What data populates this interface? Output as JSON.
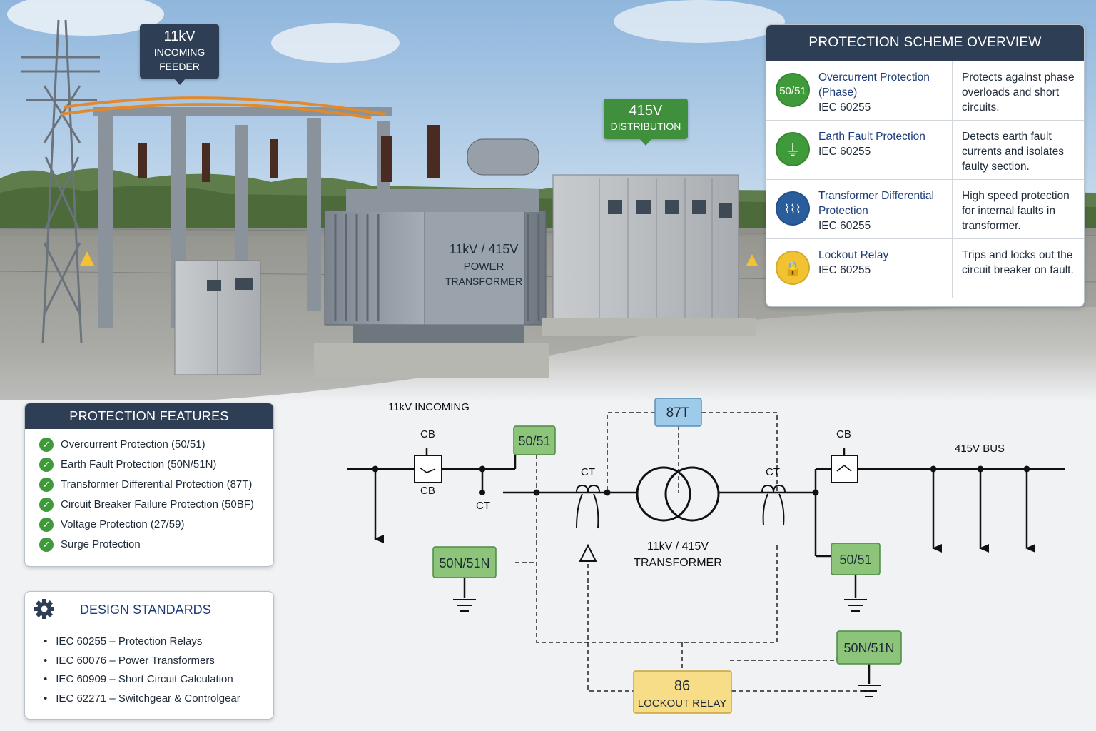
{
  "colors": {
    "navy": "#2e3f55",
    "green_relay": "#8cc57a",
    "blue_relay": "#9fcbea",
    "yellow_relay": "#f8dd88",
    "check_green": "#3f9a3a",
    "link_blue": "#1d3c7a"
  },
  "scene": {
    "feeder_callout": {
      "line1": "11kV",
      "line2": "INCOMING",
      "line3": "FEEDER"
    },
    "distribution_callout": {
      "line1": "415V",
      "line2": "DISTRIBUTION"
    },
    "transformer_label": {
      "line1": "11kV / 415V",
      "line2": "POWER",
      "line3": "TRANSFORMER"
    }
  },
  "overview": {
    "title": "PROTECTION SCHEME OVERVIEW",
    "rows": [
      {
        "icon": "50/51",
        "icon_name": "overcurrent-icon",
        "name": "Overcurrent Protection (Phase)",
        "standard": "IEC 60255",
        "description": "Protects against phase overloads and short circuits.",
        "color": "#3f9a3a"
      },
      {
        "icon": "⏚",
        "icon_name": "earth-icon",
        "name": "Earth Fault Protection",
        "standard": "IEC 60255",
        "description": "Detects earth fault currents and isolates faulty section.",
        "color": "#3f9a3a"
      },
      {
        "icon": "⌇⌇⌇",
        "icon_name": "differential-icon",
        "name": "Transformer Differential Protection",
        "standard": "IEC 60255",
        "description": "High speed protection for internal faults in transformer.",
        "color": "#2a5d9c"
      },
      {
        "icon": "🔒",
        "icon_name": "lock-icon",
        "name": "Lockout Relay",
        "standard": "IEC 60255",
        "description": "Trips and locks out the circuit breaker on fault.",
        "color": "#f2c232"
      }
    ]
  },
  "features": {
    "title": "PROTECTION FEATURES",
    "items": [
      "Overcurrent Protection (50/51)",
      "Earth Fault Protection (50N/51N)",
      "Transformer Differential Protection (87T)",
      "Circuit Breaker Failure Protection (50BF)",
      "Voltage Protection (27/59)",
      "Surge Protection"
    ]
  },
  "standards": {
    "title": "DESIGN STANDARDS",
    "items": [
      "IEC 60255  –  Protection Relays",
      "IEC 60076  –  Power Transformers",
      "IEC 60909  –  Short Circuit Calculation",
      "IEC 62271  –  Switchgear & Controlgear"
    ]
  },
  "diagram": {
    "incoming_label": "11kV INCOMING",
    "bus_label": "415V BUS",
    "cb_label": "CB",
    "ct_label": "CT",
    "relay_87t": "87T",
    "relay_50_51": "50/51",
    "relay_50n_51n": "50N/51N",
    "relay_86": "86",
    "relay_86_sub": "LOCKOUT RELAY",
    "transformer_line1": "11kV / 415V",
    "transformer_line2": "TRANSFORMER"
  }
}
